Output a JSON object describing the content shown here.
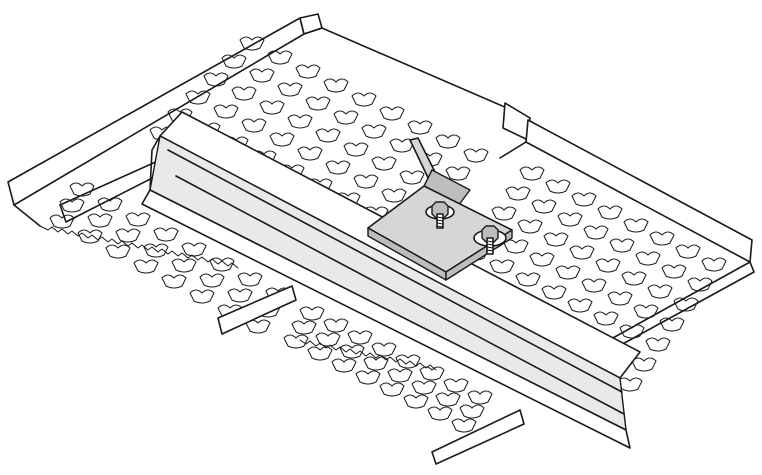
{
  "figure": {
    "subject": "grating-clip-on-steel-beam",
    "colors": {
      "line": "#1a1a1a",
      "background": "#ffffff",
      "clip_fill": "#d6d6d6",
      "clip_shadow": "#bdbdbd",
      "beam_face": "#e9e9e9"
    },
    "parts": {
      "upper_grating_panel": "grating-plank",
      "lower_grating_panel": "grating-plank",
      "support_beam": "i-beam",
      "fastener_clip": "mounting-plate",
      "bolts": "hex-bolt"
    }
  }
}
